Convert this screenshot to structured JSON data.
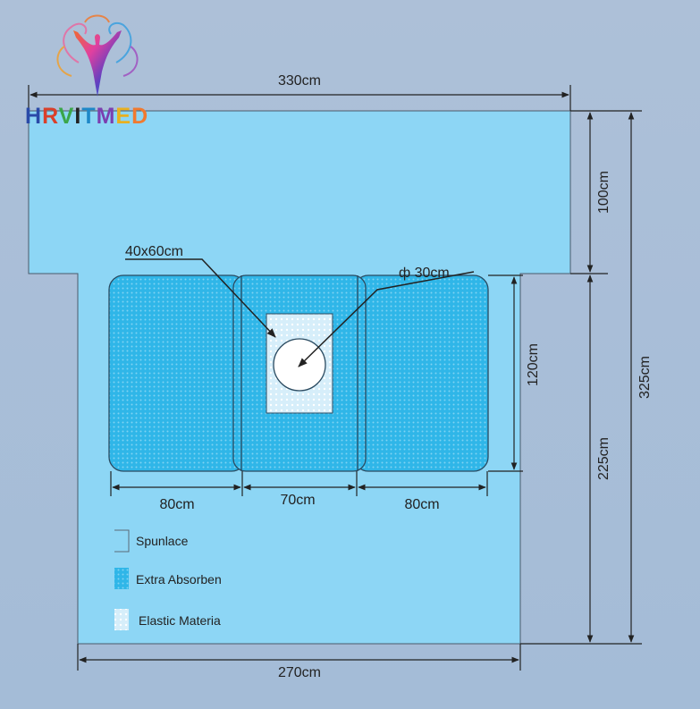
{
  "logo": {
    "text": "HRVITMED",
    "letter_colors": [
      "#2a4aa8",
      "#d9402b",
      "#3aa64a",
      "#222222",
      "#1e88c8",
      "#7b3fb0",
      "#e8b020",
      "#f07a30"
    ]
  },
  "colors": {
    "sheet": "#8dd6f5",
    "absorbent": "#2fb6e8",
    "elastic": "#d6eefa",
    "line": "#222222"
  },
  "dimensions": {
    "total_width": "330cm",
    "top_height": "100cm",
    "total_height": "325cm",
    "lower_height": "225cm",
    "absorbent_height": "120cm",
    "left_width": "80cm",
    "middle_width": "70cm",
    "right_width": "80cm",
    "bottom_width": "270cm",
    "elastic_size": "40x60cm",
    "fenestration": "ф 30cm"
  },
  "legend": [
    {
      "label": "Spunlace",
      "swatch": "spunlace"
    },
    {
      "label": "Extra Absorben",
      "swatch": "absorbent"
    },
    {
      "label": "Elastic Materia",
      "swatch": "elastic"
    }
  ]
}
